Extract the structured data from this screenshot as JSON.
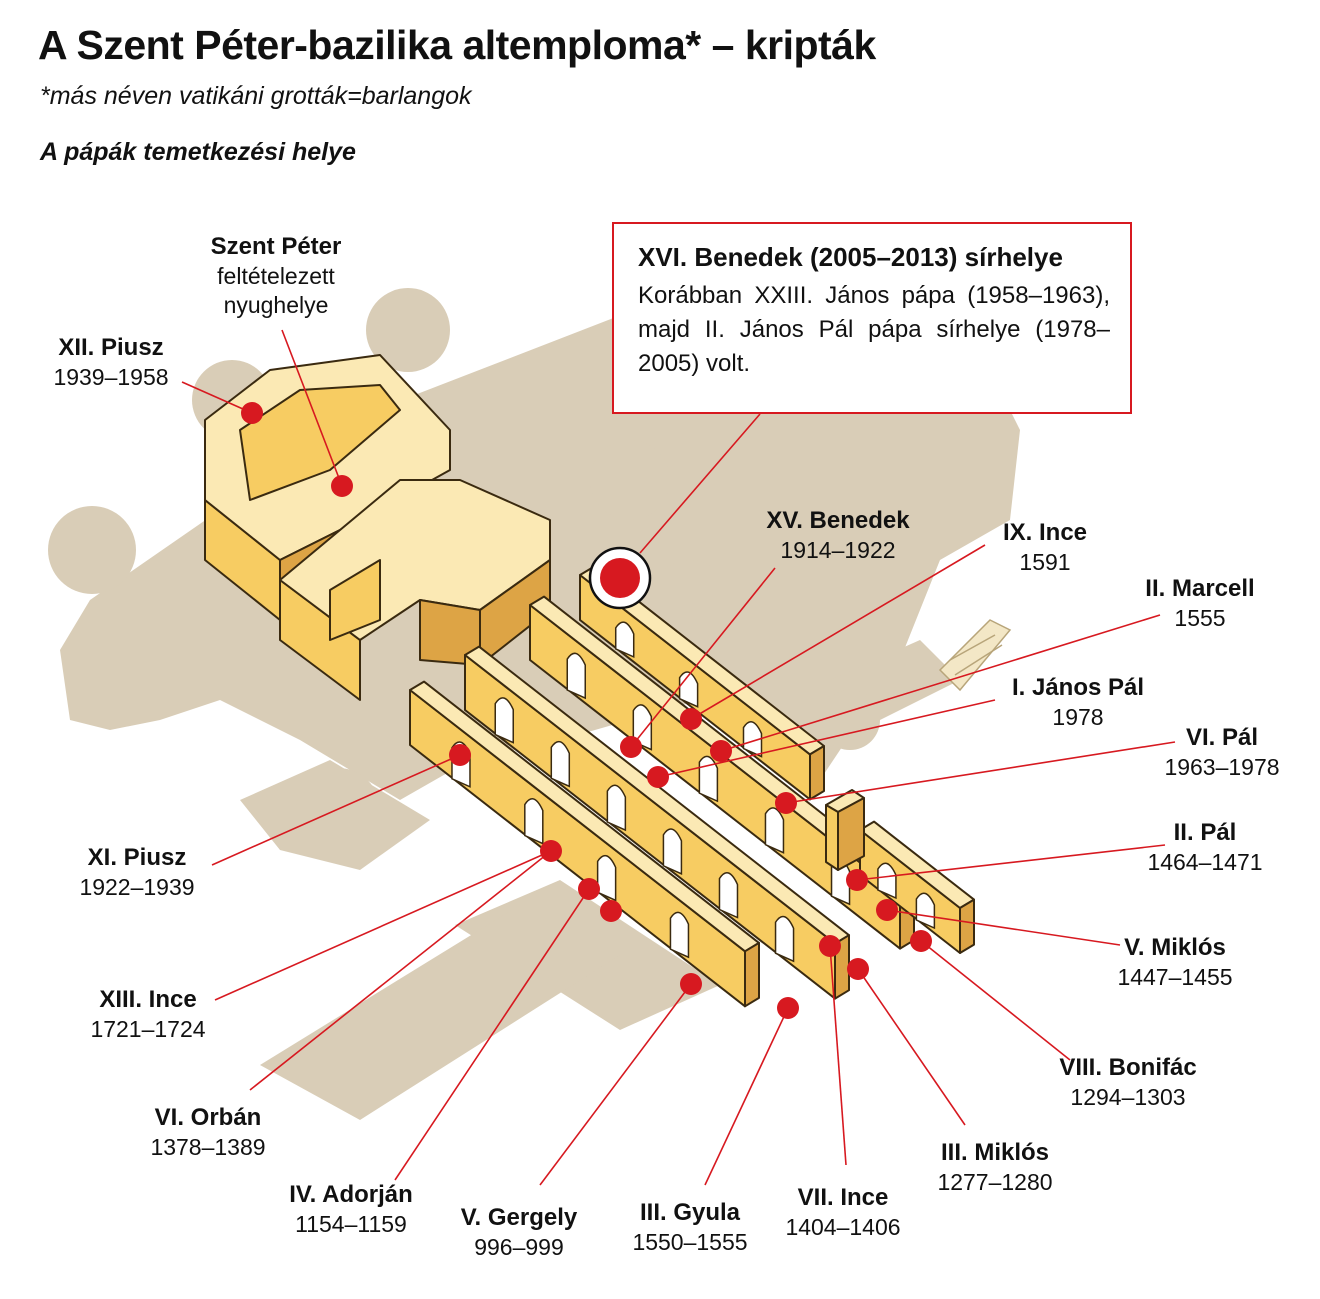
{
  "title": "A Szent Péter-bazilika altemploma* – kripták",
  "subtitle": "*más néven vatikáni grották=barlangok",
  "section_title": "A pápák temetkezési helye",
  "callout": {
    "heading": "XVI. Benedek (2005–2013) sírhelye",
    "body": "Korábban XXIII. János pápa (1958–1963), majd II. János Pál pápa sírhelye (1978–2005) volt."
  },
  "st_peter": {
    "name": "Szent Péter",
    "line1": "feltételezett",
    "line2": "nyughelye"
  },
  "popes": [
    {
      "name": "XII. Piusz",
      "years": "1939–1958"
    },
    {
      "name": "XV. Benedek",
      "years": "1914–1922"
    },
    {
      "name": "IX. Ince",
      "years": "1591"
    },
    {
      "name": "II. Marcell",
      "years": "1555"
    },
    {
      "name": "I. János Pál",
      "years": "1978"
    },
    {
      "name": "VI. Pál",
      "years": "1963–1978"
    },
    {
      "name": "II. Pál",
      "years": "1464–1471"
    },
    {
      "name": "V. Miklós",
      "years": "1447–1455"
    },
    {
      "name": "VIII. Bonifác",
      "years": "1294–1303"
    },
    {
      "name": "III. Miklós",
      "years": "1277–1280"
    },
    {
      "name": "VII. Ince",
      "years": "1404–1406"
    },
    {
      "name": "III. Gyula",
      "years": "1550–1555"
    },
    {
      "name": "V. Gergely",
      "years": "996–999"
    },
    {
      "name": "IV. Adorján",
      "years": "1154–1159"
    },
    {
      "name": "VI. Orbán",
      "years": "1378–1389"
    },
    {
      "name": "XIII. Ince",
      "years": "1721–1724"
    },
    {
      "name": "XI. Piusz",
      "years": "1922–1939"
    }
  ],
  "colors": {
    "accent_red": "#d71920",
    "floor_beige": "#d9cdb7",
    "wall_top": "#fbe9b4",
    "wall_front": "#f7cc62",
    "wall_side": "#dda445"
  }
}
